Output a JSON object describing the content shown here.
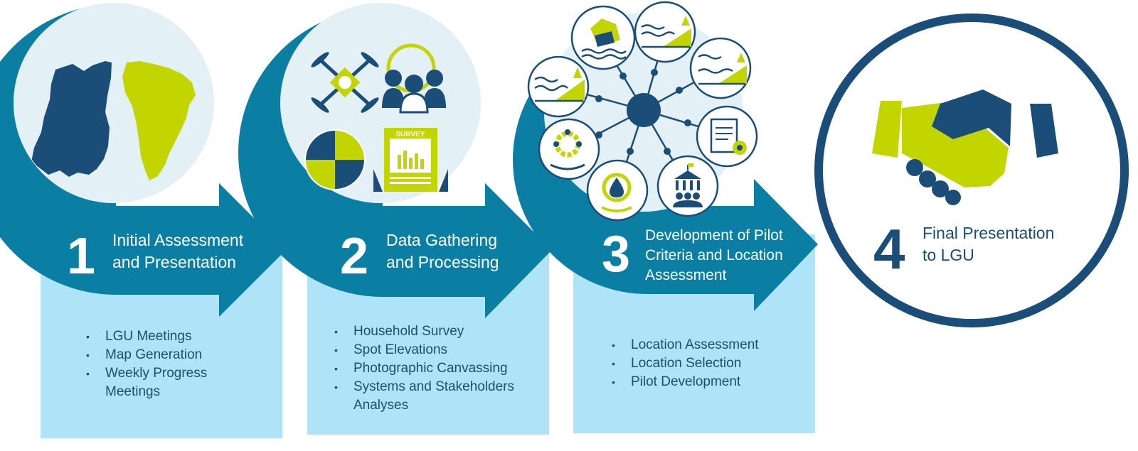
{
  "colors": {
    "teal": "#0a7fa3",
    "dark_navy": "#1a4d77",
    "lime": "#c3d500",
    "panel_light_blue": "#aee3f8",
    "circle_bg": "#e3f1f6",
    "text_dark": "#1f4e6e",
    "white": "#ffffff"
  },
  "steps": [
    {
      "number": "1",
      "title_line1": "Initial Assessment",
      "title_line2": "and Presentation",
      "bullets": [
        "LGU Meetings",
        "Map Generation",
        "Weekly Progress Meetings"
      ],
      "icons": [
        "map-dark-region-icon",
        "map-lime-region-icon"
      ]
    },
    {
      "number": "2",
      "title_line1": "Data Gathering",
      "title_line2": "and Processing",
      "bullets": [
        "Household Survey",
        "Spot Elevations",
        "Photographic Canvassing",
        "Systems and Stakeholders Analyses"
      ],
      "survey_label": "SURVEY",
      "icons": [
        "drone-icon",
        "people-group-icon",
        "pie-chart-icon",
        "survey-document-icon"
      ]
    },
    {
      "number": "3",
      "title_line1": "Development of Pilot",
      "title_line2": "Criteria and Location",
      "title_line3": "Assessment",
      "bullets": [
        "Location Assessment",
        "Location Selection",
        "Pilot Development"
      ],
      "icons": [
        "house-flood-icon",
        "flood-waves-icon",
        "riverbank-icon",
        "coastal-waves-icon",
        "document-gear-icon",
        "community-hands-icon",
        "government-building-icon",
        "water-drop-hand-icon"
      ]
    },
    {
      "number": "4",
      "title_line1": "Final Presentation",
      "title_line2": "to LGU",
      "icons": [
        "handshake-icon"
      ]
    }
  ]
}
